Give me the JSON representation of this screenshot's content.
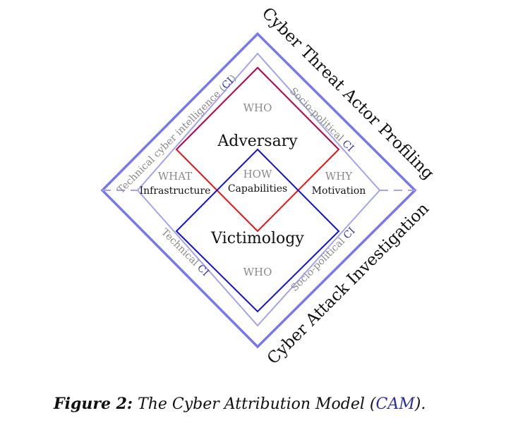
{
  "diagram": {
    "outer_labels": {
      "top_right": "Cyber Threat Actor Profiling",
      "bottom_right": "Cyber Attack Investigation"
    },
    "side_labels": {
      "top_left": "Technical cyber intelligence (",
      "top_left_ci": "CI",
      "top_left_close": ")",
      "top_right": "Socio-political ",
      "top_right_ci": "CI",
      "bottom_left": "Technical ",
      "bottom_left_ci": "CI",
      "bottom_right": "Socio-political ",
      "bottom_right_ci": "CI"
    },
    "questions": {
      "who_top": "WHO",
      "what": "WHAT",
      "how": "HOW",
      "why": "WHY",
      "who_bottom": "WHO"
    },
    "nodes": {
      "adversary": "Adversary",
      "infrastructure": "Infrastructure",
      "capabilities": "Capabilities",
      "motivation": "Motivation",
      "victimology": "Victimology"
    },
    "colors": {
      "outer": "#7777ee",
      "inner_light": "#9a9af0",
      "adversary": "#ee1111",
      "victim": "#1111dd",
      "overlap": "#880088"
    }
  },
  "caption": {
    "prefix": "Figure 2:",
    "text": " The Cyber Attribution Model (",
    "acronym": "CAM",
    "suffix": ")."
  }
}
